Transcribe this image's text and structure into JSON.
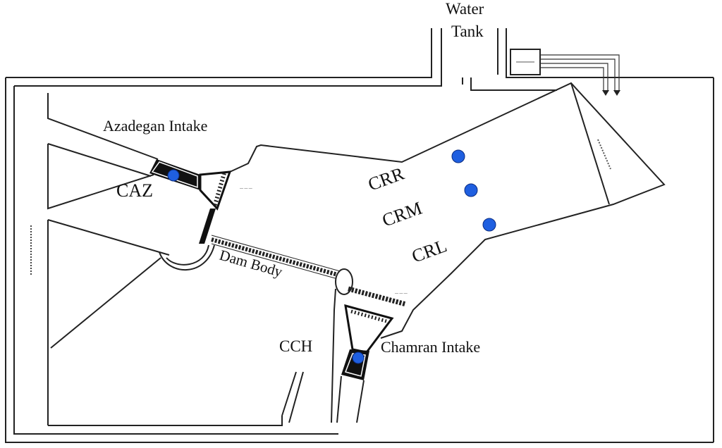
{
  "labels": {
    "water_tank": [
      "Water",
      "Tank"
    ],
    "azadegan_intake": "Azadegan Intake",
    "caz": "CAZ",
    "crr": "CRR",
    "crm": "CRM",
    "crl": "CRL",
    "dam_body": "Dam Body",
    "cch": "CCH",
    "chamran_intake": "Chamran Intake"
  },
  "colors": {
    "sensor": "#1f5fe0",
    "line": "#222222",
    "intake_fill": "#111111"
  },
  "sensors": [
    "CAZ",
    "CRR",
    "CRM",
    "CRL",
    "CCH"
  ]
}
